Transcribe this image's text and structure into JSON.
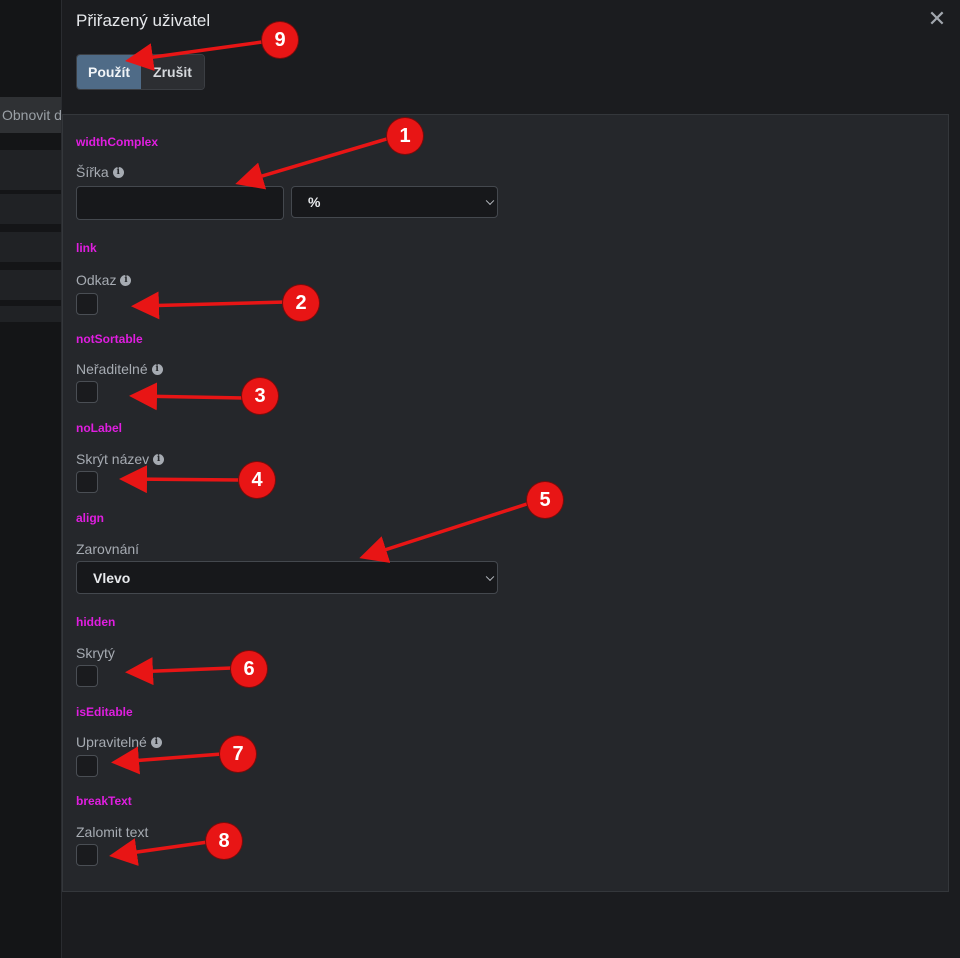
{
  "background": {
    "button_label": "Obnovit data"
  },
  "dialog": {
    "title": "Přiřazený uživatel",
    "close_glyph": "✕",
    "apply_label": "Použít",
    "cancel_label": "Zrušit"
  },
  "fields": {
    "width": {
      "key": "widthComplex",
      "label": "Šířka",
      "value": "",
      "unit": "%"
    },
    "link": {
      "key": "link",
      "label": "Odkaz",
      "checked": false
    },
    "not_sortable": {
      "key": "notSortable",
      "label": "Neřaditelné",
      "checked": false
    },
    "no_label": {
      "key": "noLabel",
      "label": "Skrýt název",
      "checked": false
    },
    "align": {
      "key": "align",
      "label": "Zarovnání",
      "value": "Vlevo"
    },
    "hidden": {
      "key": "hidden",
      "label": "Skrytý",
      "checked": false
    },
    "is_editable": {
      "key": "isEditable",
      "label": "Upravitelné",
      "checked": false
    },
    "break_text": {
      "key": "breakText",
      "label": "Zalomit text",
      "checked": false
    }
  },
  "info_icon_glyph": "i",
  "annotations": [
    "1",
    "2",
    "3",
    "4",
    "5",
    "6",
    "7",
    "8",
    "9"
  ],
  "colors": {
    "accent_key": "#e01ee0",
    "apply_button": "#4f6b87",
    "annotation_red": "#e81515"
  }
}
